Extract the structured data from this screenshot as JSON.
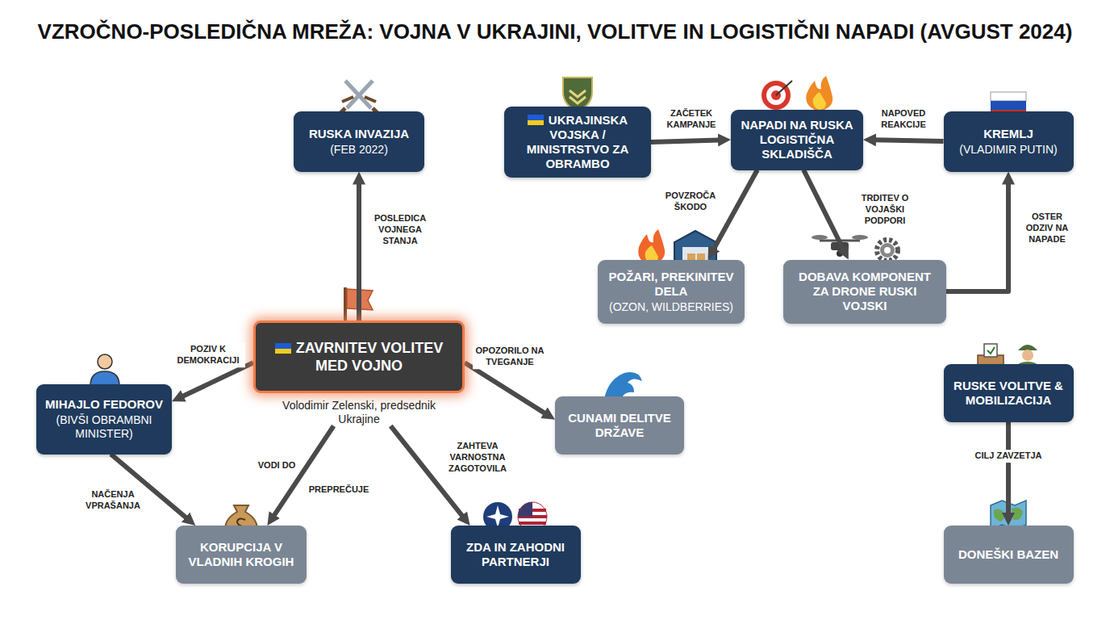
{
  "diagram": {
    "title": "VZROČNO-POSLEDIČNA MREŽA: VOJNA V UKRAJINI, VOLITVE IN LOGISTIČNI NAPADI (AVGUST 2024)",
    "nodes": [
      {
        "text": [
          "RUSKA INVAZIJA",
          "(FEB 2022)"
        ]
      },
      {
        "text": [
          "UKRAJINSKA VOJSKA / MINISTRSTVO ZA OBRAMBO"
        ]
      },
      {
        "text": [
          "NAPADI NA RUSKA LOGISTIČNA SKLADIŠČA"
        ]
      },
      {
        "text": [
          "KREMLJ",
          "(VLADIMIR PUTIN)"
        ]
      },
      {
        "text": [
          "POŽARI, PREKINITEV DELA",
          "(OZON, WILDBERRIES)"
        ]
      },
      {
        "text": [
          "DOBAVA KOMPONENT ZA DRONE RUSKI VOJSKI"
        ]
      },
      {
        "text": [
          "ZAVRNITEV VOLITEV MED VOJNO",
          "Volodimir Zelenski, predsednik Ukrajine"
        ]
      },
      {
        "text": [
          "MIHAJLO FEDOROV",
          "(BIVŠI OBRAMBNI MINISTER)"
        ]
      },
      {
        "text": [
          "CUNAMI DELITVE DRŽAVE"
        ]
      },
      {
        "text": [
          "RUSKE VOLITVE & MOBILIZACIJA"
        ]
      },
      {
        "text": [
          "KORUPCIJA V VLADNIH KROGIH"
        ]
      },
      {
        "text": [
          "ZDA IN ZAHODNI PARTNERJI"
        ]
      },
      {
        "text": [
          "DONEŠKI BAZEN"
        ]
      }
    ],
    "edges": [
      {
        "from": 6,
        "to": 0,
        "label": "POSLEDICA VOJNEGA STANJA",
        "arrow": "to"
      },
      {
        "from": 1,
        "to": 2,
        "label": "ZAČETEK KAMPANJE",
        "arrow": "to"
      },
      {
        "from": 3,
        "to": 2,
        "label": "NAPOVED REAKCIJE",
        "arrow": "to"
      },
      {
        "from": 2,
        "to": 4,
        "label": "POVZROČA ŠKODO",
        "arrow": "to"
      },
      {
        "from": 2,
        "to": 5,
        "label": "TRDITEV O VOJAŠKI PODPORI",
        "arrow": "to"
      },
      {
        "from": 5,
        "to": 3,
        "label": "OSTER ODZIV NA NAPADE",
        "arrow": "to"
      },
      {
        "from": 6,
        "to": 7,
        "label": "POZIV K DEMOKRACIJI",
        "arrow": "to"
      },
      {
        "from": 6,
        "to": 10,
        "label": "VODI DO",
        "arrow": "to"
      },
      {
        "from": 6,
        "to": 11,
        "label": "ZAHTEVA VARNOSTNA ZAGOTOVILA",
        "arrow": "to"
      },
      {
        "from": 7,
        "to": 10,
        "label": "NAČENJA VPRAŠANJA",
        "arrow": "to"
      },
      {
        "from": 6,
        "to": 8,
        "label": "OPOZORILO NA TVEGANJE",
        "arrow": "to"
      },
      {
        "from": 9,
        "to": 12,
        "label": "CILJ ZAVZETJA",
        "arrow": "to"
      }
    ],
    "labels": [
      "PREPREČUJE"
    ]
  }
}
